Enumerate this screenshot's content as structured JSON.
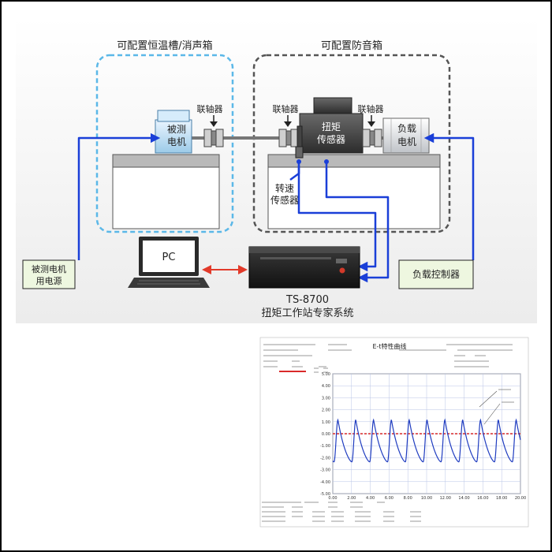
{
  "diagram": {
    "thermal_box_label": "可配置恒温槽/消声箱",
    "acoustic_box_label": "可配置防音箱",
    "coupling_left": "联轴器",
    "coupling_mid": "联轴器",
    "coupling_right": "联轴器",
    "motor_under_test": [
      "被测",
      "电机"
    ],
    "torque_sensor": [
      "扭矩",
      "传感器"
    ],
    "load_motor": [
      "负载",
      "电机"
    ],
    "speed_sensor": [
      "转速",
      "传感器"
    ],
    "pc_label": "PC",
    "power_supply": [
      "被测电机",
      "用电源"
    ],
    "load_controller": "负载控制器",
    "station_model": "TS-8700",
    "station_title": "扭矩工作站专家系统",
    "colors": {
      "thermal_box": "#5bb8e8",
      "acoustic_box": "#555555",
      "wire": "#1a3fd8",
      "pc_link": "#e23a2a",
      "green_box": "#eef7e0"
    }
  },
  "chart": {
    "title": "E-t特性曲线",
    "chart_data": {
      "type": "line",
      "series": [
        {
          "color": "#1f3cc0",
          "period": 1.9,
          "peaks": [
            0.55,
            2.4,
            4.3,
            6.2,
            8.1,
            10.0,
            11.9,
            13.8,
            15.7,
            17.6
          ],
          "y_high": 1.15,
          "y_low": -2.35
        },
        {
          "color": "#d92a2a",
          "y": 0.0
        }
      ],
      "xlim": [
        0,
        20
      ],
      "ylim": [
        -5,
        5
      ],
      "x_ticks": [
        "0.00",
        "2.00",
        "4.00",
        "6.00",
        "8.00",
        "10.00",
        "12.00",
        "14.00",
        "16.00",
        "18.00",
        "20.00"
      ],
      "y_ticks": [
        "5.00",
        "4.00",
        "3.00",
        "2.00",
        "1.00",
        "0.00",
        "-1.00",
        "-2.00",
        "-3.00",
        "-4.00",
        "-5.00"
      ],
      "grid": true
    }
  }
}
